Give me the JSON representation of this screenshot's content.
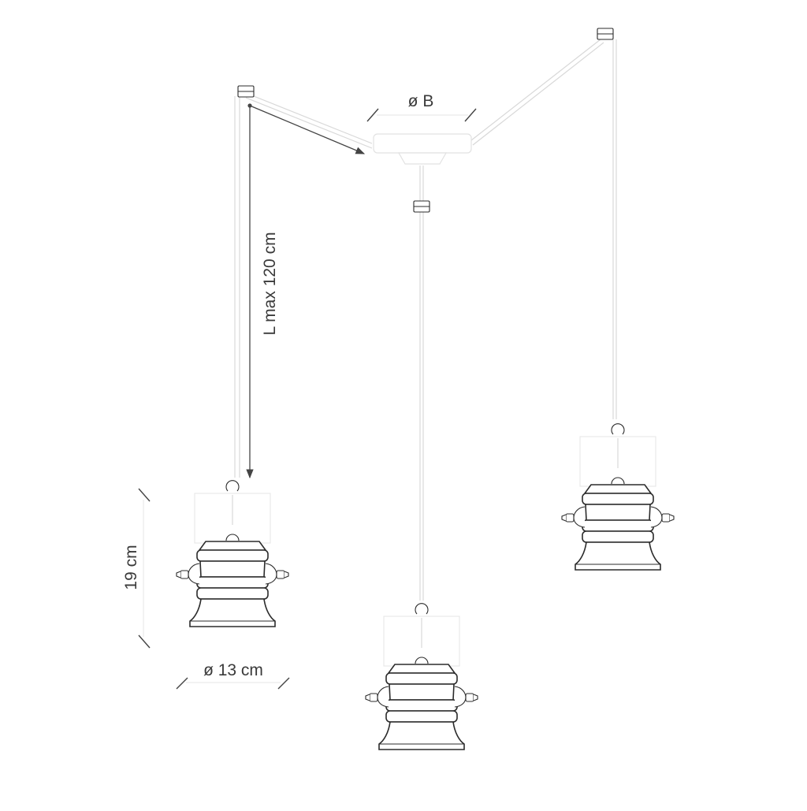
{
  "labels": {
    "canopy_diameter": "ø B",
    "cable_length": "L max 120 cm",
    "shade_height": "19 cm",
    "shade_diameter": "ø 13 cm"
  },
  "colors": {
    "line": "#2b2b2b",
    "cable": "#d8d8d8",
    "dimension": "#444444",
    "text": "#3a3a3a",
    "background": "#ffffff"
  },
  "icons": {
    "ceiling_hook": "ceiling-hook-icon",
    "pendant_shade": "pendant-shade-icon",
    "arrow": "arrow-icon"
  }
}
